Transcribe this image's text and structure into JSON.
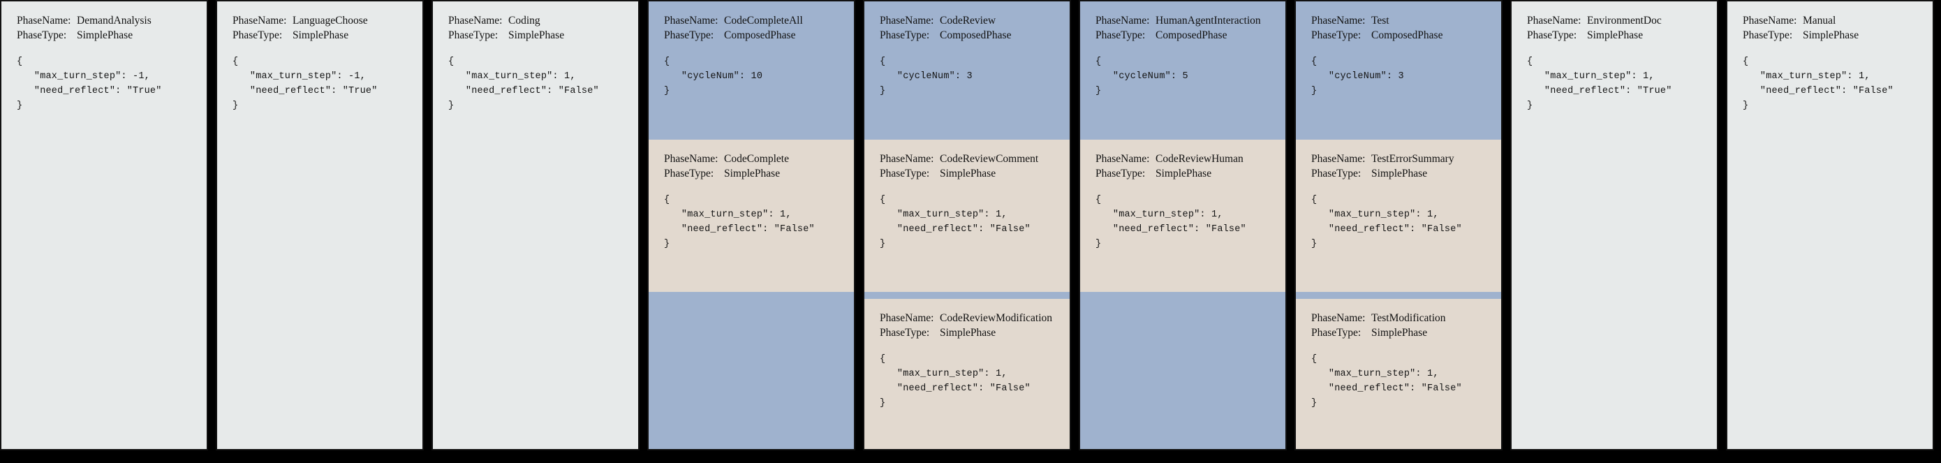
{
  "page": {
    "background_color": "#000000",
    "simple_card_color": "#e7eaea",
    "composed_header_color": "#9fb2ce",
    "sub_phase_color": "#e2d9cf",
    "label_phase_name": "PhaseName:",
    "label_phase_type": "PhaseType:"
  },
  "columns": [
    {
      "kind": "simple",
      "phase_name": "DemandAnalysis",
      "phase_type": "SimplePhase",
      "config": "{\n   \"max_turn_step\": -1,\n   \"need_reflect\": \"True\"\n}"
    },
    {
      "kind": "simple",
      "phase_name": "LanguageChoose",
      "phase_type": "SimplePhase",
      "config": "{\n   \"max_turn_step\": -1,\n   \"need_reflect\": \"True\"\n}"
    },
    {
      "kind": "simple",
      "phase_name": "Coding",
      "phase_type": "SimplePhase",
      "config": "{\n   \"max_turn_step\": 1,\n   \"need_reflect\": \"False\"\n}"
    },
    {
      "kind": "composed",
      "phase_name": "CodeCompleteAll",
      "phase_type": "ComposedPhase",
      "config": "{\n   \"cycleNum\": 10\n}",
      "sub_phases": [
        {
          "phase_name": "CodeComplete",
          "phase_type": "SimplePhase",
          "config": "{\n   \"max_turn_step\": 1,\n   \"need_reflect\": \"False\"\n}"
        }
      ]
    },
    {
      "kind": "composed",
      "phase_name": "CodeReview",
      "phase_type": "ComposedPhase",
      "config": "{\n   \"cycleNum\": 3\n}",
      "sub_phases": [
        {
          "phase_name": "CodeReviewComment",
          "phase_type": "SimplePhase",
          "config": "{\n   \"max_turn_step\": 1,\n   \"need_reflect\": \"False\"\n}"
        },
        {
          "phase_name": "CodeReviewModification",
          "phase_type": "SimplePhase",
          "config": "{\n   \"max_turn_step\": 1,\n   \"need_reflect\": \"False\"\n}"
        }
      ]
    },
    {
      "kind": "composed",
      "phase_name": "HumanAgentInteraction",
      "phase_type": "ComposedPhase",
      "config": "{\n   \"cycleNum\": 5\n}",
      "sub_phases": [
        {
          "phase_name": "CodeReviewHuman",
          "phase_type": "SimplePhase",
          "config": "{\n   \"max_turn_step\": 1,\n   \"need_reflect\": \"False\"\n}"
        }
      ]
    },
    {
      "kind": "composed",
      "phase_name": "Test",
      "phase_type": "ComposedPhase",
      "config": "{\n   \"cycleNum\": 3\n}",
      "sub_phases": [
        {
          "phase_name": "TestErrorSummary",
          "phase_type": "SimplePhase",
          "config": "{\n   \"max_turn_step\": 1,\n   \"need_reflect\": \"False\"\n}"
        },
        {
          "phase_name": "TestModification",
          "phase_type": "SimplePhase",
          "config": "{\n   \"max_turn_step\": 1,\n   \"need_reflect\": \"False\"\n}"
        }
      ]
    },
    {
      "kind": "simple",
      "phase_name": "EnvironmentDoc",
      "phase_type": "SimplePhase",
      "config": "{\n   \"max_turn_step\": 1,\n   \"need_reflect\": \"True\"\n}"
    },
    {
      "kind": "simple",
      "phase_name": "Manual",
      "phase_type": "SimplePhase",
      "config": "{\n   \"max_turn_step\": 1,\n   \"need_reflect\": \"False\"\n}"
    }
  ]
}
